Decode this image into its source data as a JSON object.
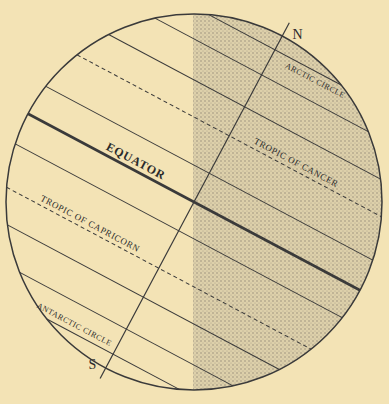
{
  "diagram": {
    "labels": [
      "N",
      "ARCTIC CIRCLE",
      "TROPIC OF CANCER",
      "EQUATOR",
      "TROPIC OF CAPRICORN",
      "ANTARCTIC CIRCLE",
      "S"
    ]
  }
}
